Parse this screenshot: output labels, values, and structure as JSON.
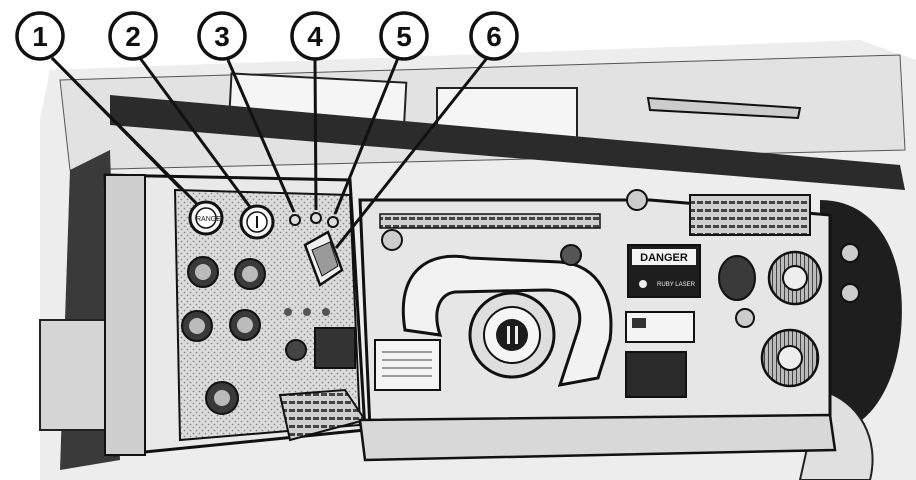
{
  "callouts": [
    {
      "number": "1"
    },
    {
      "number": "2"
    },
    {
      "number": "3"
    },
    {
      "number": "4"
    },
    {
      "number": "5"
    },
    {
      "number": "6"
    }
  ],
  "panel": {
    "danger_label": "DANGER",
    "danger_sub": "RUBY LASER"
  },
  "colors": {
    "ink": "#111111",
    "panel_face": "#e6e6e6",
    "dark_fill": "#2a2a2a",
    "background": "#ffffff"
  }
}
